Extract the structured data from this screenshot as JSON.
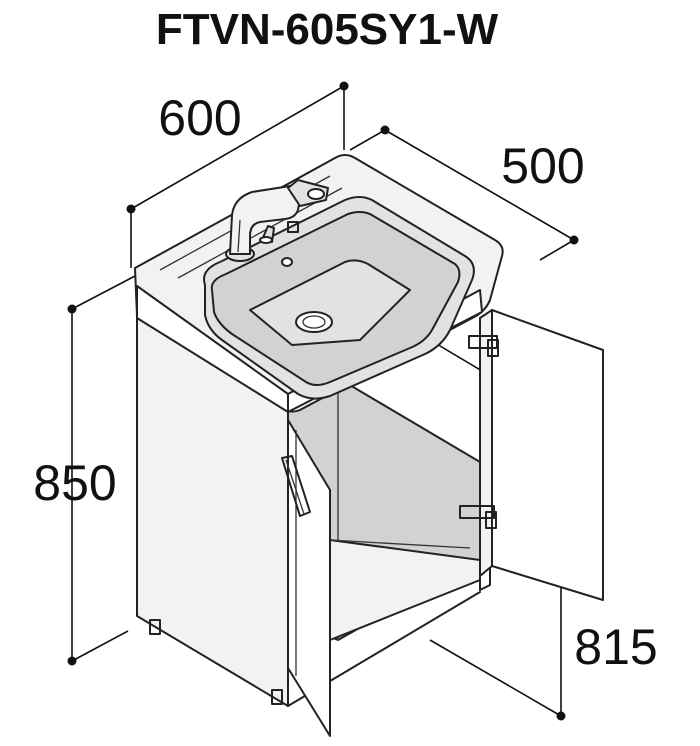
{
  "model": "FTVN-605SY1-W",
  "dimensions": {
    "width": "600",
    "depth": "500",
    "height": "850",
    "counter_height": "815"
  }
}
